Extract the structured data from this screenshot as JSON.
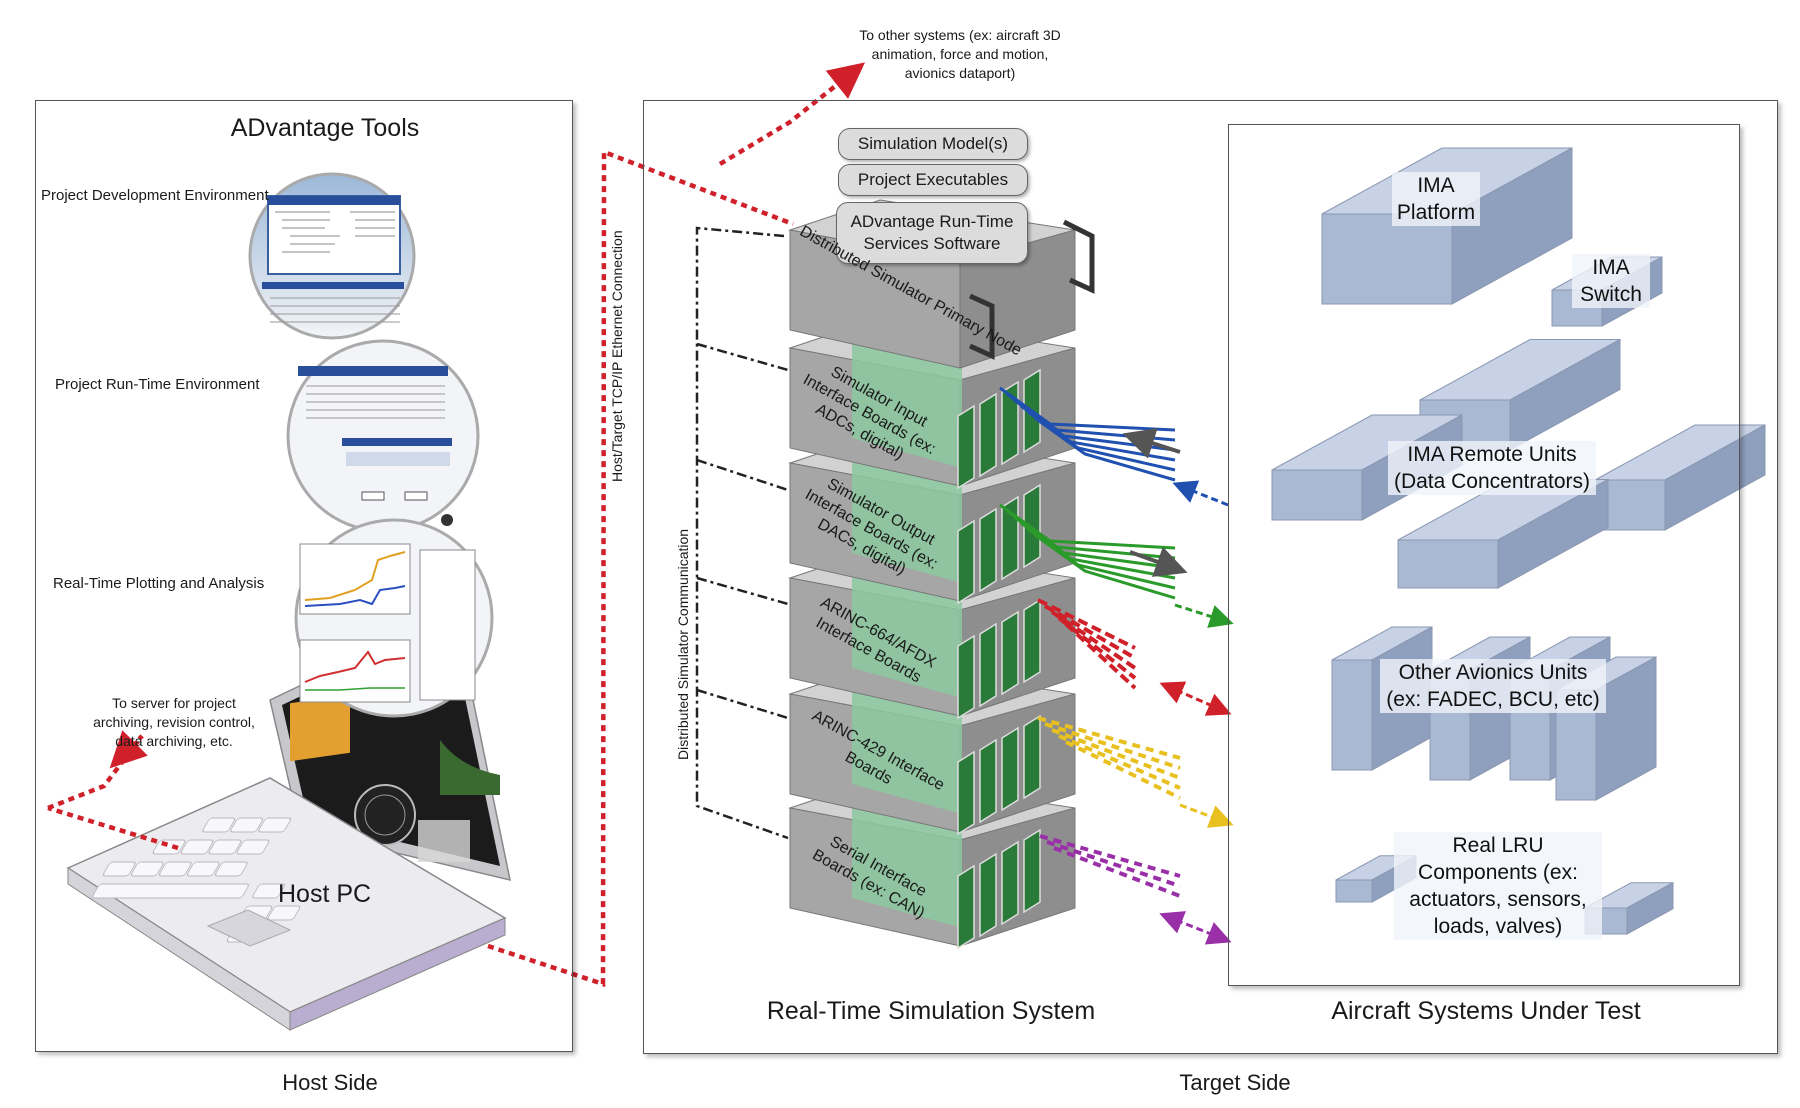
{
  "host": {
    "tools_title": "ADvantage Tools",
    "items": [
      {
        "label": "Project Development Environment"
      },
      {
        "label": "Project Run-Time Environment"
      },
      {
        "label": "Real-Time Plotting and Analysis"
      }
    ],
    "server_note": "To server for project archiving, revision control, data archiving, etc.",
    "pc_label": "Host PC",
    "side_label": "Host Side",
    "screens": {
      "dev_window_title": "ADvantage64 - engine.dvt*",
      "runtime_window_title": "Data Logging Stream",
      "runtime_panel_title": "Pressurization & Zone Temperatures",
      "plot1_title": "Stoft Speeds",
      "plot2_title": "Engine Temperatures"
    }
  },
  "connections": {
    "ethernet_label": "Host/Target TCP/IP Ethernet Connection",
    "distributed_label": "Distributed Simulator Communication",
    "other_systems_note": "To other systems (ex: aircraft 3D animation, force and motion, avionics dataport)"
  },
  "target": {
    "chips": [
      "Simulation Model(s)",
      "Project Executables",
      "ADvantage Run-Time Services Software"
    ],
    "stack": [
      {
        "label": "Distributed Simulator Primary Node"
      },
      {
        "label": "Simulator Input Interface Boards (ex: ADCs, digital)"
      },
      {
        "label": "Simulator Output Interface Boards (ex: DACs, digital)"
      },
      {
        "label": "ARINC-664/AFDX Interface Boards"
      },
      {
        "label": "ARINC-429 Interface Boards"
      },
      {
        "label": "Serial Interface Boards (ex: CAN)"
      }
    ],
    "rts_label": "Real-Time Simulation System",
    "side_label": "Target Side"
  },
  "aircraft": {
    "panel_label": "Aircraft Systems Under Test",
    "units": [
      {
        "label": "IMA Platform"
      },
      {
        "label": "IMA Switch"
      },
      {
        "label": "IMA Remote Units (Data Concentrators)"
      },
      {
        "label": "Other Avionics Units (ex: FADEC, BCU, etc)"
      },
      {
        "label": "Real LRU Components (ex: actuators, sensors, loads, valves)"
      }
    ]
  },
  "colors": {
    "ethernet": "#d0202a",
    "input_wires": "#2050b0",
    "output_wires": "#2a9a2a",
    "afdx_wires": "#d0202a",
    "arinc429_wires": "#e8c020",
    "serial_wires": "#9a30a8",
    "box_fill": "#a9b8d3",
    "node_fill": "#a6a6a6",
    "board_green": "#8cc9a0"
  }
}
